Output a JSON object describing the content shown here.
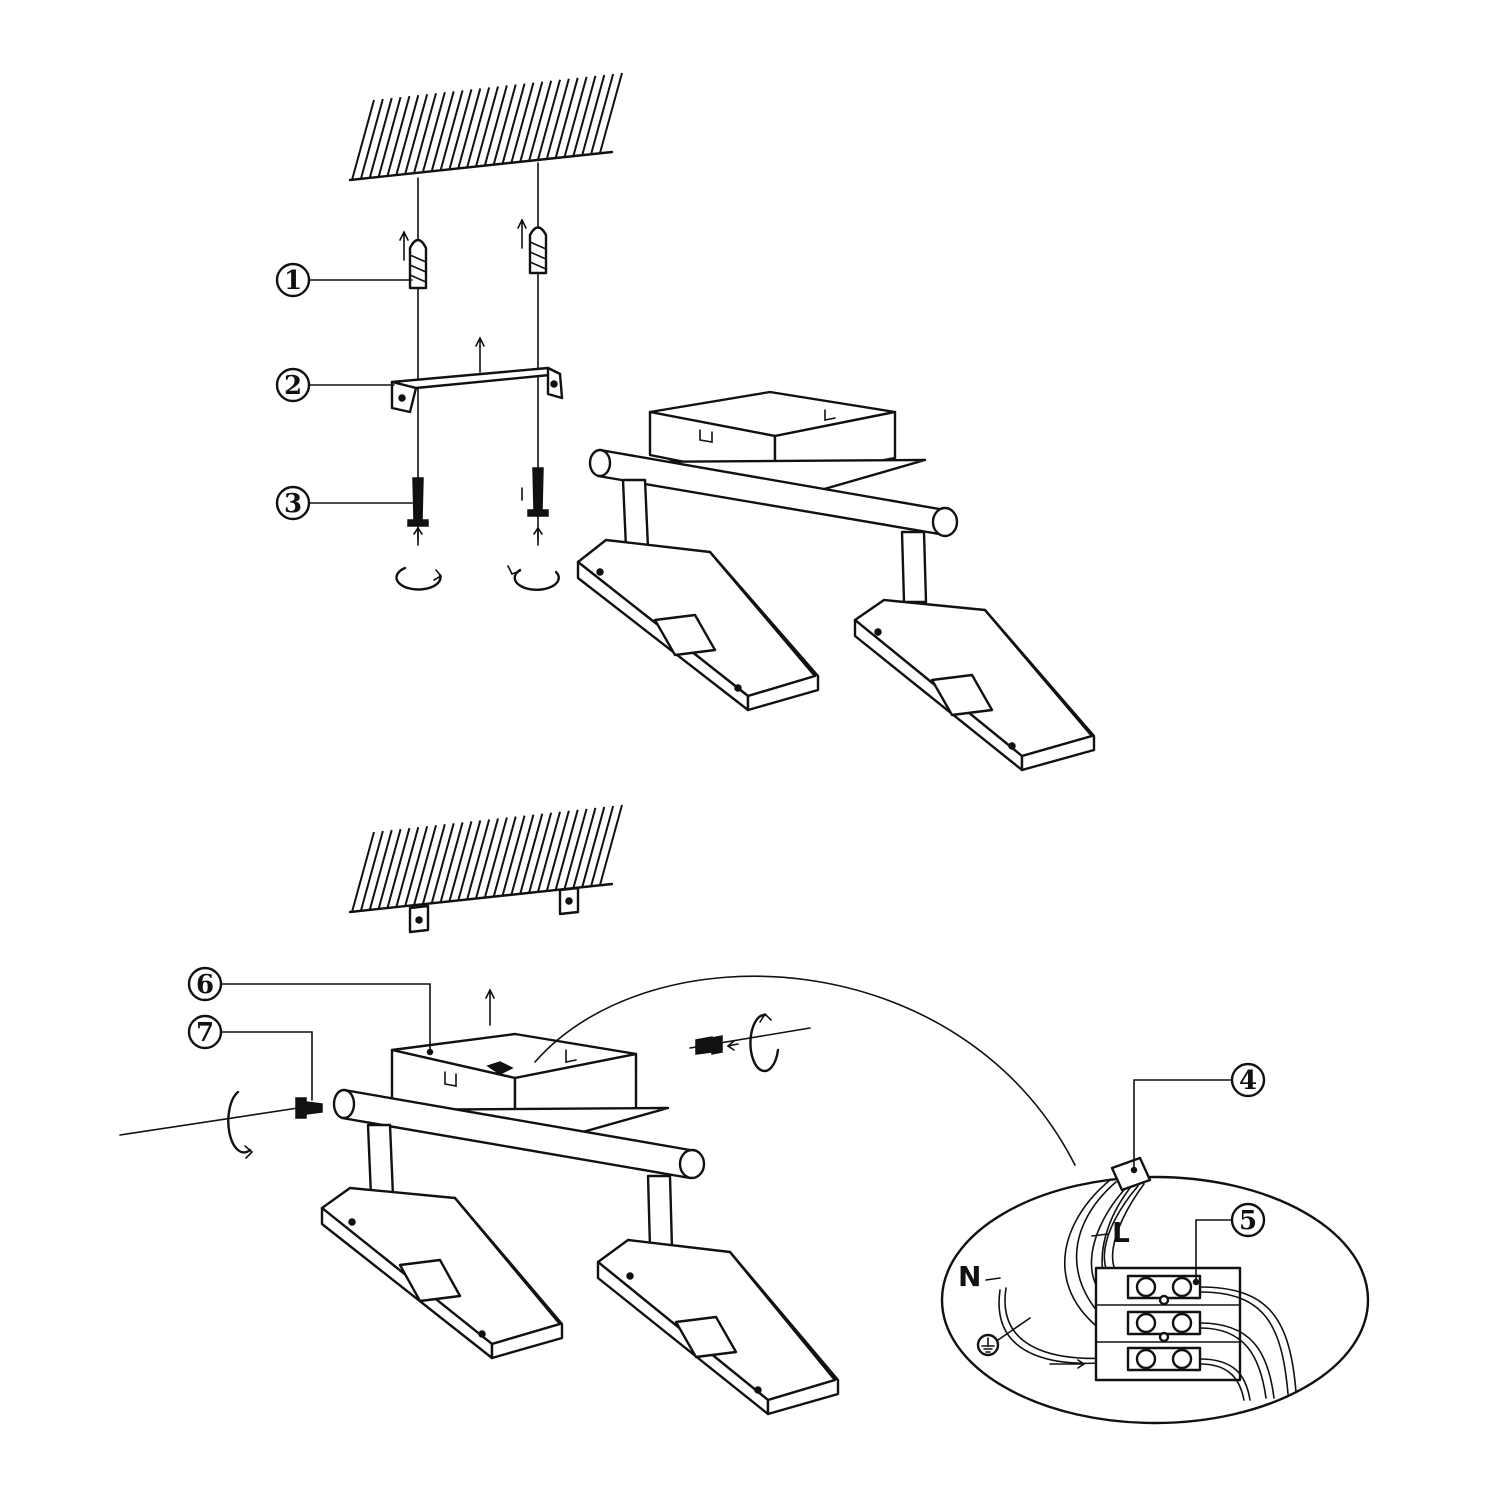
{
  "callouts": {
    "c1": "1",
    "c2": "2",
    "c3": "3",
    "c4": "4",
    "c5": "5",
    "c6": "6",
    "c7": "7"
  },
  "wiring": {
    "live_label": "L",
    "neutral_label": "N"
  },
  "icons": {
    "ground": "earth-ground-icon"
  }
}
